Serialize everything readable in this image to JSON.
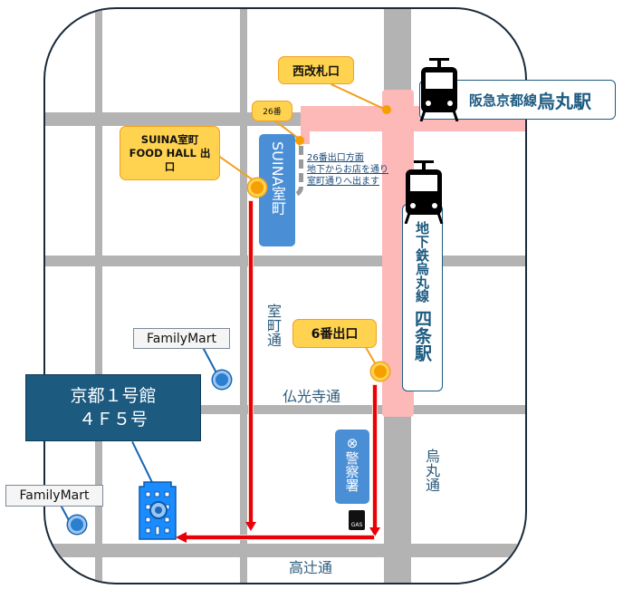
{
  "labels": {
    "west_gate": "西改札口",
    "exit_26": "26番",
    "suina_exit": "SUINA室町 FOOD HALL 出口",
    "exit_6": "6番出口",
    "suina_building": "SUINA室町",
    "police": "警察署",
    "note": [
      "26番出口方面",
      "地下からお店を通り",
      "室町通りへ出ます"
    ],
    "subway_line": "地下鉄烏丸線",
    "subway_station": "四条駅",
    "hankyu_line": "阪急京都線",
    "hankyu_station": "烏丸駅",
    "building_line1": "京都１号館",
    "building_line2": "４Ｆ５号",
    "familymart_1": "FamilyMart",
    "familymart_2": "FamilyMart",
    "gas": "GAS"
  },
  "streets": {
    "muromachi": "室町通",
    "bukkoji": "仏光寺通",
    "karasuma": "烏丸通",
    "takatsuji": "高辻通"
  },
  "icons": [
    "train-icon",
    "building-icon",
    "gas-station-icon",
    "police-icon",
    "location-dot-icon"
  ],
  "colors": {
    "route": "#e8000b",
    "station_area": "#fdb8b8",
    "callout": "#ffd24f",
    "label_blue": "#4a8fd6",
    "building_box": "#1c5a80"
  }
}
